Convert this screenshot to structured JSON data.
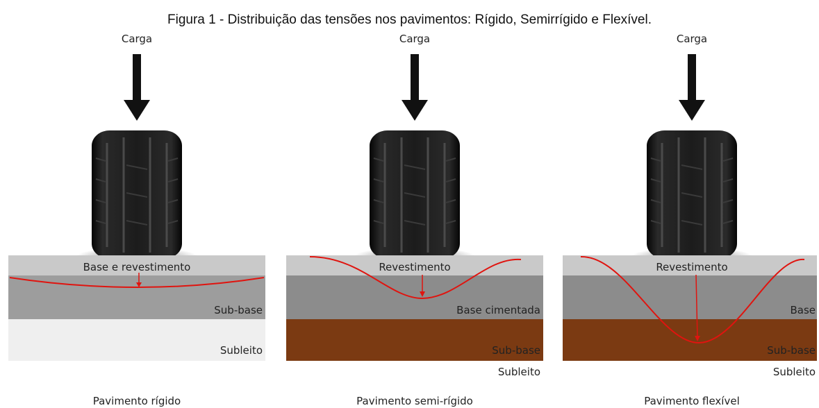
{
  "title": "Figura 1 - Distribuição das tensões nos pavimentos: Rígido, Semirrígido e Flexível.",
  "panels": [
    {
      "load_label": "Carga",
      "layers": [
        "Base e revestimento",
        "Sub-base",
        "Subleito"
      ],
      "caption": "Pavimento rígido"
    },
    {
      "load_label": "Carga",
      "layers": [
        "Revestimento",
        "Base cimentada",
        "Sub-base",
        "Subleito"
      ],
      "caption": "Pavimento semi-rígido"
    },
    {
      "load_label": "Carga",
      "layers": [
        "Revestimento",
        "Base",
        "Sub-base",
        "Subleito"
      ],
      "caption": "Pavimento flexível"
    }
  ],
  "colors": {
    "surface_layer": "#c9c9c9",
    "mid_layer": "#8c8c8c",
    "soil_layer": "#7b3a12",
    "subgrade_light": "#efefef",
    "stress_curve": "#e0140f",
    "arrow": "#111111",
    "tire": "#1a1a1a"
  }
}
